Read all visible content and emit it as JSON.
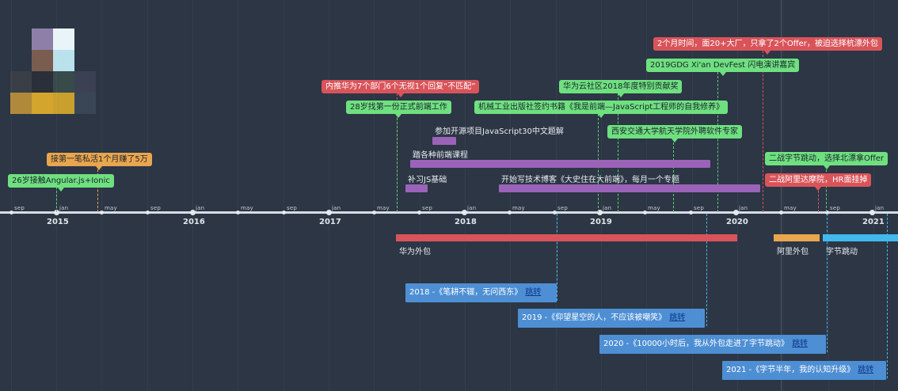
{
  "axis": {
    "years": [
      "2015",
      "2016",
      "2017",
      "2018",
      "2019",
      "2020",
      "2021"
    ],
    "month_labels": {
      "jan": "jan",
      "may": "may",
      "sep": "sep"
    }
  },
  "events": [
    {
      "text": "26岁接触Angular.js+Ionic",
      "color": "green"
    },
    {
      "text": "接第一笔私活1个月赚了5万",
      "color": "orange"
    },
    {
      "text": "内推华为7个部门6个无视1个回复“不匹配”",
      "color": "red"
    },
    {
      "text": "28岁找第一份正式前端工作",
      "color": "green"
    },
    {
      "text": "华为云社区2018年度特别贡献奖",
      "color": "green"
    },
    {
      "text": "机械工业出版社签约书籍《我是前端—JavaScript工程师的自我修养》",
      "color": "green"
    },
    {
      "text": "西安交通大学航天学院外聘软件专家",
      "color": "green"
    },
    {
      "text": "2个月时间，面20+大厂，只拿了2个Offer，被迫选择杭漂外包",
      "color": "red"
    },
    {
      "text": "2019GDG Xi'an DevFest 闪电演讲嘉宾",
      "color": "green"
    },
    {
      "text": "二战字节跳动，选择北漂拿Offer",
      "color": "green"
    },
    {
      "text": "二战阿里达摩院，HR面挂掉",
      "color": "red"
    }
  ],
  "ranges": [
    {
      "text": "参加开源项目JavaScript30中文题解"
    },
    {
      "text": "踏各种前端课程"
    },
    {
      "text": "补习JS基础"
    },
    {
      "text": "开始写技术博客《大史住在大前端》，每月一个专题"
    }
  ],
  "periods": [
    {
      "text": "华为外包",
      "color": "#d9545a"
    },
    {
      "text": "阿里外包",
      "color": "#e8a64f"
    },
    {
      "text": "字节跳动",
      "color": "#42b8ec"
    }
  ],
  "cards": [
    {
      "text": "2018 -《笔耕不辍，无问西东》",
      "link": "跳转"
    },
    {
      "text": "2019 -《仰望星空的人，不应该被嘲笑》",
      "link": "跳转"
    },
    {
      "text": "2020 -《10000小时后，我从外包走进了字节跳动》",
      "link": "跳转"
    },
    {
      "text": "2021 -《字节半年，我的认知升级》",
      "link": "跳转"
    }
  ]
}
